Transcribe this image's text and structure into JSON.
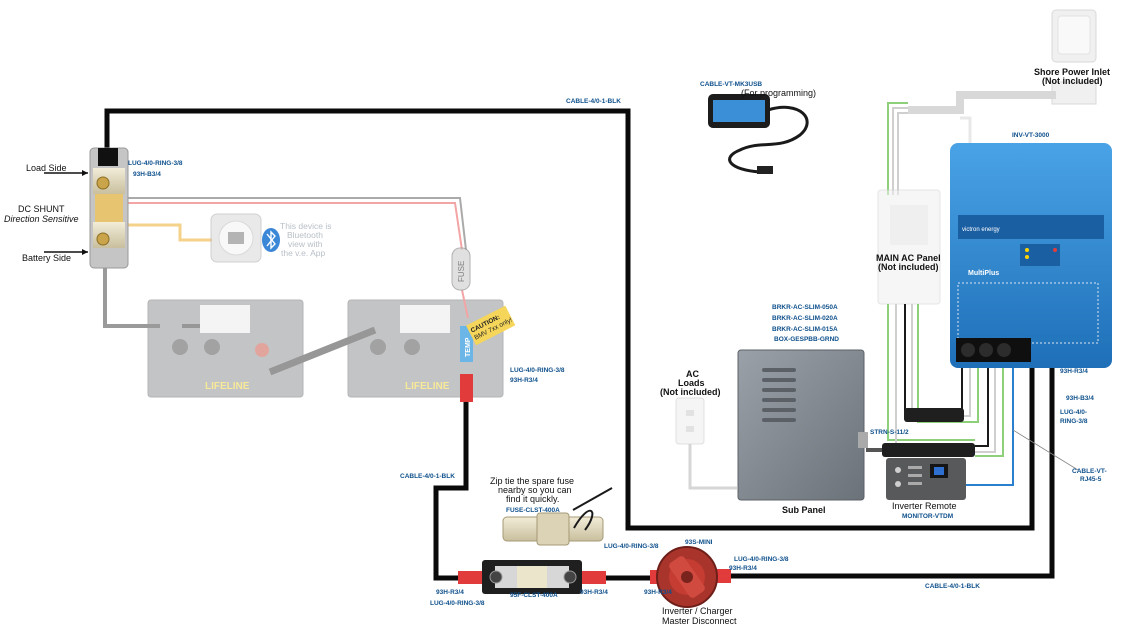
{
  "labels": {
    "load_side": "Load Side",
    "battery_side": "Battery Side",
    "dc_shunt": "DC SHUNT",
    "direction_sensitive": "Direction Sensitive",
    "bluetooth_note_1": "This device is",
    "bluetooth_note_2": "Bluetooth",
    "bluetooth_note_3": "view with",
    "bluetooth_note_4": "the v.e. App",
    "fuse_tag": "FUSE",
    "caution_1": "CAUTION:",
    "caution_2": "BMV 7xx only!",
    "temp": "TEMP",
    "lifeline": "LIFELINE",
    "programming": "(For programming)",
    "shore_power_1": "Shore Power Inlet",
    "shore_power_2": "(Not included)",
    "main_ac_1": "MAIN AC Panel",
    "main_ac_2": "(Not included)",
    "ac_loads_1": "AC",
    "ac_loads_2": "Loads",
    "ac_loads_3": "(Not included)",
    "sub_panel": "Sub Panel",
    "inverter_remote": "Inverter Remote",
    "zip_tie_1": "Zip tie the spare fuse",
    "zip_tie_2": "nearby so you can",
    "zip_tie_3": "find it quickly.",
    "master_disconnect_1": "Inverter / Charger",
    "master_disconnect_2": "Master Disconnect",
    "multiplus": "MultiPlus",
    "victron": "victron energy"
  },
  "parts": {
    "cable_top": "CABLE-4/0-1-BLK",
    "cable_left": "CABLE-4/0-1-BLK",
    "cable_bottom": "CABLE-4/0-1-BLK",
    "lug_shunt": "LUG-4/0-RING-3/8",
    "heat_shunt": "93H-B3/4",
    "lug_batt": "LUG-4/0-RING-3/8",
    "heat_batt": "93H-R3/4",
    "mk3": "CABLE-VT-MK3USB",
    "inverter": "INV-VT-3000",
    "brkr_50": "BRKR-AC-SLIM-050A",
    "brkr_20": "BRKR-AC-SLIM-020A",
    "brkr_15": "BRKR-AC-SLIM-015A",
    "ground_bar": "BOX-GESPBB-GRND",
    "strain": "STRN-S-11/2",
    "remote": "MONITOR-VTDM",
    "fuse_spare": "FUSE-CLST-400A",
    "fuse_holder": "95F-CLST-400A",
    "heat_fuse_l": "93H-R3/4",
    "lug_fuse_l": "LUG-4/0-RING-3/8",
    "heat_fuse_r": "93H-R3/4",
    "lug_sw_l": "LUG-4/0-RING-3/8",
    "heat_sw_l": "93H-R3/4",
    "switch": "93S-MINI",
    "lug_sw_r": "LUG-4/0-RING-3/8",
    "heat_sw_r": "93H-R3/4",
    "heat_inv_r": "93H-R3/4",
    "heat_inv_b": "93H-B3/4",
    "lug_inv_1": "LUG-4/0-",
    "lug_inv_2": "RING-3/8",
    "rj45_1": "CABLE-VT-",
    "rj45_2": "RJ45-5"
  },
  "colors": {
    "black_cable": "#0a0a0a",
    "red_cable": "#e23b3b",
    "part_label": "#0d4f8b",
    "inverter_blue": "#2a86d2",
    "ac_green": "#8ecf7a"
  }
}
